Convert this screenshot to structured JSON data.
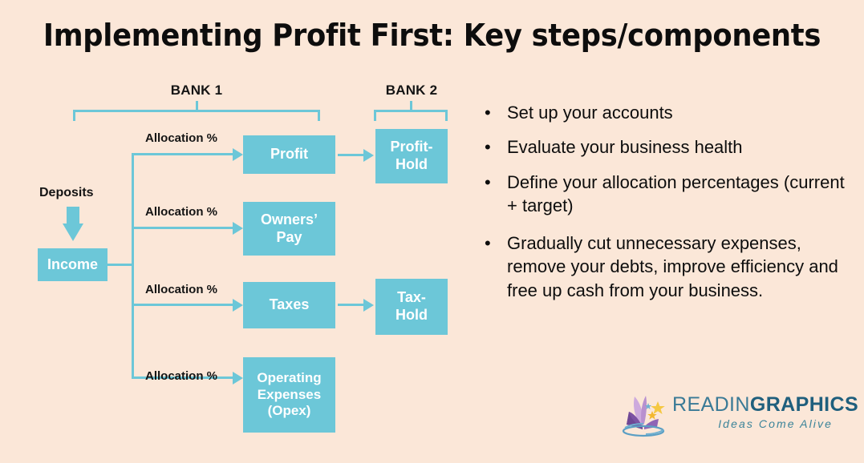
{
  "slide": {
    "title": "Implementing Profit First: Key steps/components",
    "background_color": "#fbe7d8",
    "accent_color": "#6cc7d8",
    "text_color": "#0d0d0d"
  },
  "diagram": {
    "bank1_label": "BANK 1",
    "bank2_label": "BANK 2",
    "deposits_label": "Deposits",
    "income_node": "Income",
    "allocation_labels": [
      "Allocation %",
      "Allocation %",
      "Allocation %",
      "Allocation %"
    ],
    "bank1_nodes": [
      {
        "label": "Profit"
      },
      {
        "label": "Owners’ Pay"
      },
      {
        "label": "Taxes"
      },
      {
        "label": "Operating Expenses (Opex)"
      }
    ],
    "bank2_nodes": [
      {
        "label": "Profit-Hold"
      },
      {
        "label": "Tax-Hold"
      }
    ],
    "node_profit": "Profit",
    "node_owners_line1": "Owners’",
    "node_owners_line2": "Pay",
    "node_taxes": "Taxes",
    "node_opex_line1": "Operating",
    "node_opex_line2": "Expenses",
    "node_opex_line3": "(Opex)",
    "node_profithold_line1": "Profit-",
    "node_profithold_line2": "Hold",
    "node_taxhold_line1": "Tax-",
    "node_taxhold_line2": "Hold"
  },
  "bullets": [
    {
      "marker": "•",
      "text": "Set up your accounts"
    },
    {
      "marker": "•",
      "text": "Evaluate your business  health"
    },
    {
      "marker": "•",
      "text": "Define your allocation percentages (current + target)"
    },
    {
      "marker": "•",
      "text": "Gradually cut unnecessary expenses, remove your debts, improve efficiency and free up cash from your business."
    }
  ],
  "logo": {
    "name_part1": "READIN",
    "name_part2": "GRAPHICS",
    "tagline": "Ideas Come Alive",
    "mark_colors": {
      "book_dark": "#7a4f9e",
      "book_light": "#c9a7d9",
      "star": "#f5c842",
      "water": "#5b9fc4"
    }
  }
}
